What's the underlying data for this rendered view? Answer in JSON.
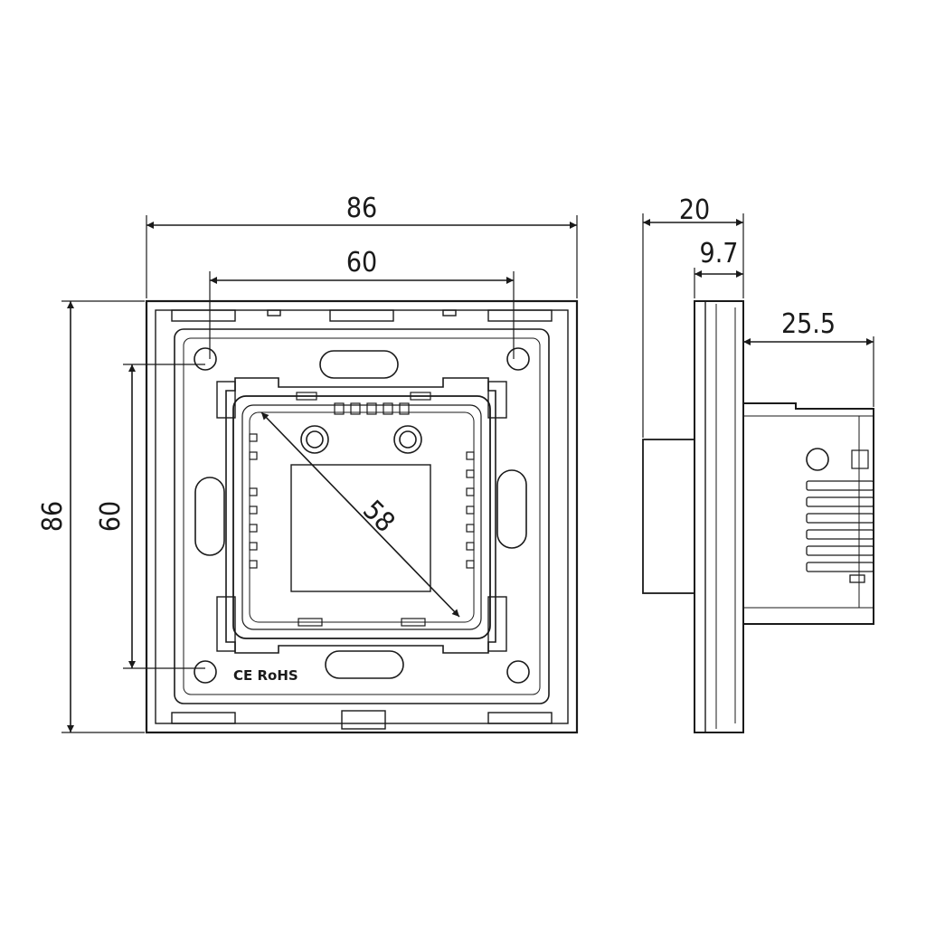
{
  "front_view": {
    "overall_width": "86",
    "mount_hole_spacing_h": "60",
    "overall_height": "86",
    "mount_hole_spacing_v": "60",
    "module_diagonal": "58",
    "marks": "CE RoHS"
  },
  "side_view": {
    "total_depth": "20",
    "plate_thickness": "9.7",
    "module_depth": "25.5"
  }
}
